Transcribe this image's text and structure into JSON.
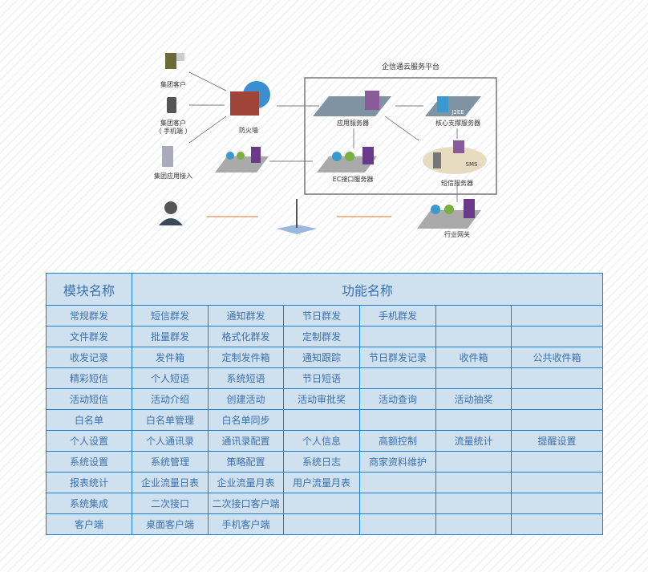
{
  "diagram": {
    "platform_title": "企信通云服务平台",
    "nodes": {
      "group_client": "集团客户",
      "group_client_mobile": "集团客户",
      "mobile_suffix": "（ 手机端 ）",
      "group_app_access": "集团应用接入",
      "firewall": "防火墙",
      "app_server": "应用服务器",
      "core_server": "核心支撑服务器",
      "ec_server": "EC接口服务器",
      "sms_server": "短信服务器",
      "gateway": "行业网关",
      "j2ee": "J2EE",
      "sms": "SMS"
    }
  },
  "table": {
    "header": {
      "module": "模块名称",
      "function": "功能名称"
    },
    "rows": [
      {
        "module": "常规群发",
        "functions": [
          "短信群发",
          "通知群发",
          "节日群发",
          "手机群发",
          "",
          ""
        ]
      },
      {
        "module": "文件群发",
        "functions": [
          "批量群发",
          "格式化群发",
          "定制群发",
          "",
          "",
          ""
        ]
      },
      {
        "module": "收发记录",
        "functions": [
          "发件箱",
          "定制发件箱",
          "通知跟踪",
          "节日群发记录",
          "收件箱",
          "公共收件箱"
        ]
      },
      {
        "module": "精彩短信",
        "functions": [
          "个人短语",
          "系统短语",
          "节日短语",
          "",
          "",
          ""
        ]
      },
      {
        "module": "活动短信",
        "functions": [
          "活动介绍",
          "创建活动",
          "活动审批奖",
          "活动查询",
          "活动抽奖",
          ""
        ]
      },
      {
        "module": "白名单",
        "functions": [
          "白名单管理",
          "白名单同步",
          "",
          "",
          "",
          ""
        ]
      },
      {
        "module": "个人设置",
        "functions": [
          "个人通讯录",
          "通讯录配置",
          "个人信息",
          "高额控制",
          "流量统计",
          "提醒设置"
        ]
      },
      {
        "module": "系统设置",
        "functions": [
          "系统管理",
          "策略配置",
          "系统日志",
          "商家资料维护",
          "",
          ""
        ]
      },
      {
        "module": "报表统计",
        "functions": [
          "企业流量日表",
          "企业流量月表",
          "用户流量月表",
          "",
          "",
          ""
        ]
      },
      {
        "module": "系统集成",
        "functions": [
          "二次接口",
          "二次接口客户端",
          "",
          "",
          "",
          ""
        ]
      },
      {
        "module": "客户端",
        "functions": [
          "桌面客户端",
          "手机客户端",
          "",
          "",
          "",
          ""
        ]
      }
    ]
  }
}
